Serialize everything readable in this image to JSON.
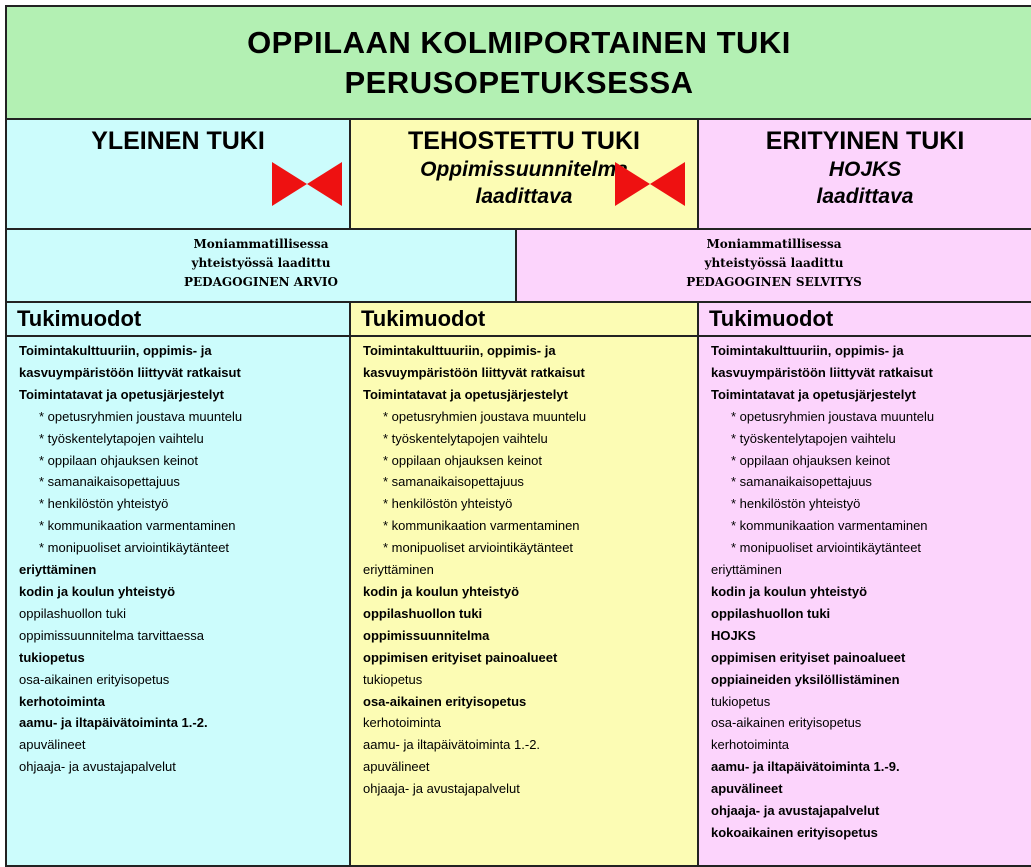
{
  "title": {
    "line1": "OPPILAAN KOLMIPORTAINEN TUKI",
    "line2": "PERUSOPETUKSESSA"
  },
  "levels": [
    {
      "name": "YLEINEN TUKI",
      "sub1": "",
      "sub2": "",
      "color": "#ccfcfc"
    },
    {
      "name": "TEHOSTETTU TUKI",
      "sub1": "Oppimissuunnitelma",
      "sub2": "laadittava",
      "color": "#fcfcb4"
    },
    {
      "name": "ERITYINEN TUKI",
      "sub1": "HOJKS",
      "sub2": "laadittava",
      "color": "#fcd4fc"
    }
  ],
  "assessments": [
    {
      "line1": "Moniammatillisessa",
      "line2": "yhteistyössä laadittu",
      "line3": "PEDAGOGINEN ARVIO",
      "color": "#ccfcfc"
    },
    {
      "line1": "Moniammatillisessa",
      "line2": "yhteistyössä laadittu",
      "line3": "PEDAGOGINEN SELVITYS",
      "color": "#fcd4fc"
    }
  ],
  "arrow_color": "#ee1111",
  "columns": [
    {
      "heading": "Tukimuodot",
      "color": "#ccfcfc",
      "items": [
        {
          "text": "Toimintakulttuuriin,  oppimis- ja",
          "bold": true,
          "indent": false
        },
        {
          "text": "kasvuympäristöön liittyvät ratkaisut",
          "bold": true,
          "indent": false
        },
        {
          "text": "Toimintatavat ja opetusjärjestelyt",
          "bold": true,
          "indent": false
        },
        {
          "text": "* opetusryhmien joustava muuntelu",
          "bold": false,
          "indent": true
        },
        {
          "text": "* työskentelytapojen vaihtelu",
          "bold": false,
          "indent": true
        },
        {
          "text": "* oppilaan ohjauksen keinot",
          "bold": false,
          "indent": true
        },
        {
          "text": "* samanaikaisopettajuus",
          "bold": false,
          "indent": true
        },
        {
          "text": "* henkilöstön yhteistyö",
          "bold": false,
          "indent": true
        },
        {
          "text": "* kommunikaation varmentaminen",
          "bold": false,
          "indent": true
        },
        {
          "text": "* monipuoliset arviointikäytänteet",
          "bold": false,
          "indent": true
        },
        {
          "text": "eriyttäminen",
          "bold": true,
          "indent": false
        },
        {
          "text": "kodin ja koulun yhteistyö",
          "bold": true,
          "indent": false
        },
        {
          "text": "oppilashuollon tuki",
          "bold": false,
          "indent": false
        },
        {
          "text": "oppimissuunnitelma tarvittaessa",
          "bold": false,
          "indent": false
        },
        {
          "text": "tukiopetus",
          "bold": true,
          "indent": false
        },
        {
          "text": "osa-aikainen erityisopetus",
          "bold": false,
          "indent": false
        },
        {
          "text": "kerhotoiminta",
          "bold": true,
          "indent": false
        },
        {
          "text": "aamu- ja iltapäivätoiminta 1.-2.",
          "bold": true,
          "indent": false
        },
        {
          "text": "apuvälineet",
          "bold": false,
          "indent": false
        },
        {
          "text": "ohjaaja- ja avustajapalvelut",
          "bold": false,
          "indent": false
        }
      ]
    },
    {
      "heading": "Tukimuodot",
      "color": "#fcfcb4",
      "items": [
        {
          "text": "Toimintakulttuuriin, oppimis- ja",
          "bold": true,
          "indent": false
        },
        {
          "text": "kasvuympäristöön liittyvät ratkaisut",
          "bold": true,
          "indent": false
        },
        {
          "text": "Toimintatavat ja opetusjärjestelyt",
          "bold": true,
          "indent": false
        },
        {
          "text": "* opetusryhmien joustava muuntelu",
          "bold": false,
          "indent": true
        },
        {
          "text": "* työskentelytapojen vaihtelu",
          "bold": false,
          "indent": true
        },
        {
          "text": "* oppilaan ohjauksen keinot",
          "bold": false,
          "indent": true
        },
        {
          "text": "* samanaikaisopettajuus",
          "bold": false,
          "indent": true
        },
        {
          "text": "* henkilöstön yhteistyö",
          "bold": false,
          "indent": true
        },
        {
          "text": "* kommunikaation varmentaminen",
          "bold": false,
          "indent": true
        },
        {
          "text": "* monipuoliset arviointikäytänteet",
          "bold": false,
          "indent": true
        },
        {
          "text": "eriyttäminen",
          "bold": false,
          "indent": false
        },
        {
          "text": "kodin ja koulun yhteistyö",
          "bold": true,
          "indent": false
        },
        {
          "text": "oppilashuollon tuki",
          "bold": true,
          "indent": false
        },
        {
          "text": "oppimissuunnitelma",
          "bold": true,
          "indent": false
        },
        {
          "text": "oppimisen erityiset painoalueet",
          "bold": true,
          "indent": false
        },
        {
          "text": "tukiopetus",
          "bold": false,
          "indent": false
        },
        {
          "text": "osa-aikainen erityisopetus",
          "bold": true,
          "indent": false
        },
        {
          "text": "kerhotoiminta",
          "bold": false,
          "indent": false
        },
        {
          "text": "aamu- ja iltapäivätoiminta 1.-2.",
          "bold": false,
          "indent": false
        },
        {
          "text": "apuvälineet",
          "bold": false,
          "indent": false
        },
        {
          "text": "ohjaaja- ja avustajapalvelut",
          "bold": false,
          "indent": false
        }
      ]
    },
    {
      "heading": "Tukimuodot",
      "color": "#fcd4fc",
      "items": [
        {
          "text": "Toimintakulttuuriin, oppimis- ja",
          "bold": true,
          "indent": false
        },
        {
          "text": "kasvuympäristöön liittyvät ratkaisut",
          "bold": true,
          "indent": false
        },
        {
          "text": "Toimintatavat ja opetusjärjestelyt",
          "bold": true,
          "indent": false
        },
        {
          "text": "* opetusryhmien joustava muuntelu",
          "bold": false,
          "indent": true
        },
        {
          "text": "* työskentelytapojen vaihtelu",
          "bold": false,
          "indent": true
        },
        {
          "text": "* oppilaan ohjauksen keinot",
          "bold": false,
          "indent": true
        },
        {
          "text": "* samanaikaisopettajuus",
          "bold": false,
          "indent": true
        },
        {
          "text": "* henkilöstön yhteistyö",
          "bold": false,
          "indent": true
        },
        {
          "text": "* kommunikaation varmentaminen",
          "bold": false,
          "indent": true
        },
        {
          "text": "* monipuoliset arviointikäytänteet",
          "bold": false,
          "indent": true
        },
        {
          "text": "eriyttäminen",
          "bold": false,
          "indent": false
        },
        {
          "text": "kodin ja koulun yhteistyö",
          "bold": true,
          "indent": false
        },
        {
          "text": "oppilashuollon tuki",
          "bold": true,
          "indent": false
        },
        {
          "text": "HOJKS",
          "bold": true,
          "indent": false
        },
        {
          "text": "oppimisen erityiset painoalueet",
          "bold": true,
          "indent": false
        },
        {
          "text": "oppiaineiden yksilöllistäminen",
          "bold": true,
          "indent": false
        },
        {
          "text": "tukiopetus",
          "bold": false,
          "indent": false
        },
        {
          "text": "osa-aikainen erityisopetus",
          "bold": false,
          "indent": false
        },
        {
          "text": "kerhotoiminta",
          "bold": false,
          "indent": false
        },
        {
          "text": "aamu- ja iltapäivätoiminta 1.-9.",
          "bold": true,
          "indent": false
        },
        {
          "text": "apuvälineet",
          "bold": true,
          "indent": false
        },
        {
          "text": "ohjaaja- ja avustajapalvelut",
          "bold": true,
          "indent": false
        },
        {
          "text": "kokoaikainen erityisopetus",
          "bold": true,
          "indent": false
        }
      ]
    }
  ]
}
